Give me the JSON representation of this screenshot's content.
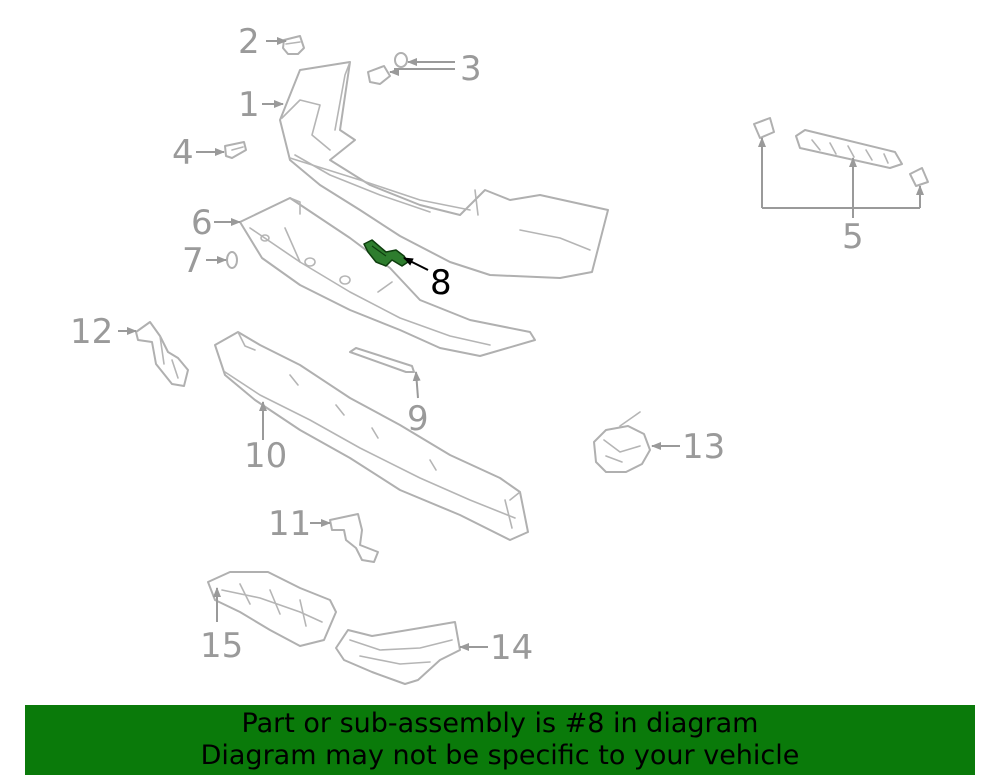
{
  "diagram": {
    "highlighted_callout": "8",
    "highlight_color": "#2e7d2e",
    "callouts": [
      "1",
      "2",
      "3",
      "4",
      "5",
      "6",
      "7",
      "8",
      "9",
      "10",
      "11",
      "12",
      "13",
      "14",
      "15"
    ]
  },
  "banner": {
    "line1": "Part or sub-assembly is #8 in diagram",
    "line2": "Diagram may not be specific to your vehicle",
    "background_color": "#0a7a0a"
  }
}
